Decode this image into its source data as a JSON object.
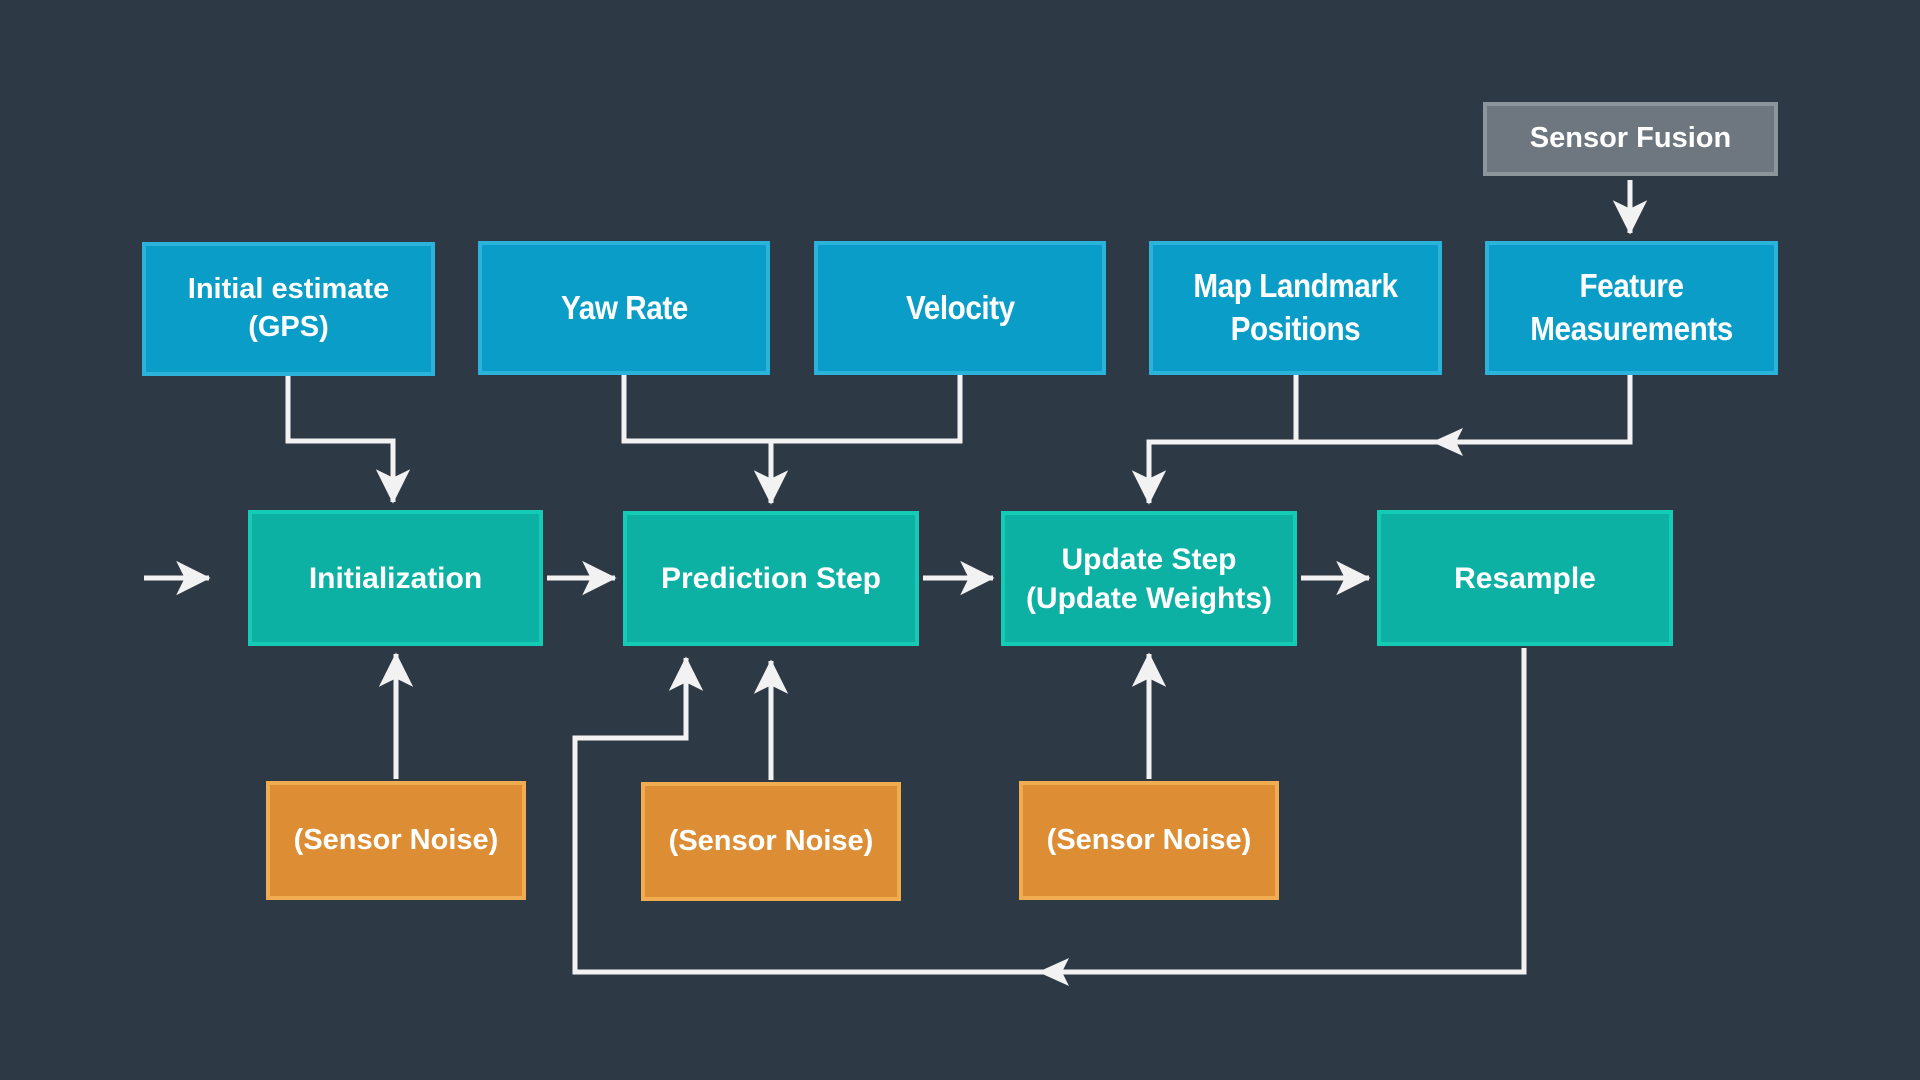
{
  "diagram": {
    "type": "flowchart",
    "description": "Particle filter pipeline flow diagram",
    "background_color": "#2d3945",
    "line_color": "#f2f2f2"
  },
  "colors": {
    "input_fill": "#0a9dc7",
    "input_border": "#2cb3dc",
    "process_fill": "#0db1a3",
    "process_border": "#14ccb6",
    "noise_fill": "#dd8e35",
    "noise_border": "#f1ab51",
    "source_fill": "#6e7780",
    "source_border": "#8d959c",
    "text": "#ffffff"
  },
  "nodes": {
    "sensor_fusion": {
      "label": "Sensor Fusion",
      "type": "source"
    },
    "initial_estimate": {
      "label": "Initial estimate\n(GPS)",
      "type": "input"
    },
    "yaw_rate": {
      "label": "Yaw Rate",
      "type": "input"
    },
    "velocity": {
      "label": "Velocity",
      "type": "input"
    },
    "map_landmarks": {
      "label": "Map Landmark\nPositions",
      "type": "input"
    },
    "feature_measurements": {
      "label": "Feature\nMeasurements",
      "type": "input"
    },
    "initialization": {
      "label": "Initialization",
      "type": "process"
    },
    "prediction": {
      "label": "Prediction Step",
      "type": "process"
    },
    "update": {
      "label": "Update Step\n(Update Weights)",
      "type": "process"
    },
    "resample": {
      "label": "Resample",
      "type": "process"
    },
    "sensor_noise_1": {
      "label": "(Sensor Noise)",
      "type": "noise"
    },
    "sensor_noise_2": {
      "label": "(Sensor Noise)",
      "type": "noise"
    },
    "sensor_noise_3": {
      "label": "(Sensor Noise)",
      "type": "noise"
    }
  },
  "edges": [
    {
      "from": "start",
      "to": "initialization"
    },
    {
      "from": "sensor_fusion",
      "to": "feature_measurements"
    },
    {
      "from": "initial_estimate",
      "to": "initialization"
    },
    {
      "from": "yaw_rate",
      "to": "prediction"
    },
    {
      "from": "velocity",
      "to": "prediction"
    },
    {
      "from": "map_landmarks",
      "to": "update"
    },
    {
      "from": "feature_measurements",
      "to": "update"
    },
    {
      "from": "initialization",
      "to": "prediction"
    },
    {
      "from": "prediction",
      "to": "update"
    },
    {
      "from": "update",
      "to": "resample"
    },
    {
      "from": "sensor_noise_1",
      "to": "initialization"
    },
    {
      "from": "sensor_noise_2",
      "to": "prediction"
    },
    {
      "from": "sensor_noise_3",
      "to": "update"
    },
    {
      "from": "resample",
      "to": "prediction",
      "kind": "feedback-loop"
    }
  ]
}
